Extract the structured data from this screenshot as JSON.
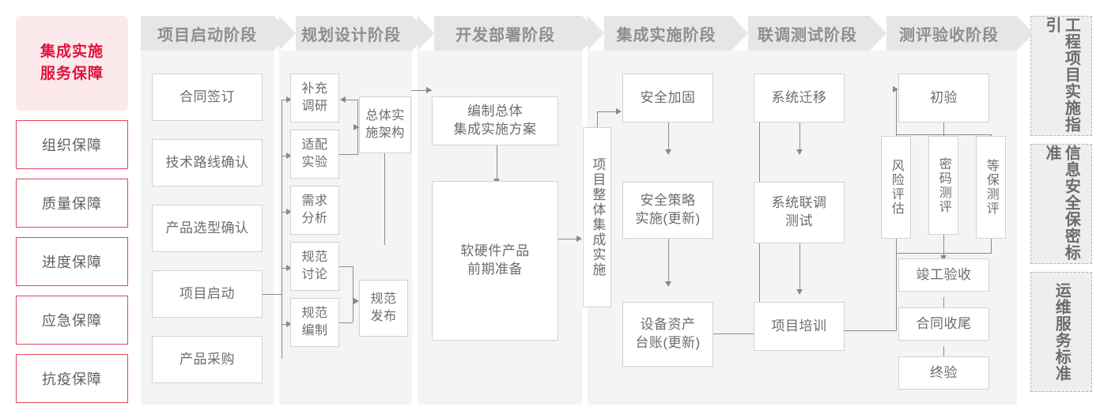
{
  "left_rail": {
    "title": "集成实施服务保障",
    "title_line1": "集成实施",
    "title_line2": "服务保障",
    "accent_color": "#e1133c",
    "fill_color": "#fce9ec",
    "items": [
      {
        "label": "组织保障"
      },
      {
        "label": "质量保障"
      },
      {
        "label": "进度保障"
      },
      {
        "label": "应急保障"
      },
      {
        "label": "抗疫保障"
      }
    ]
  },
  "phases": [
    {
      "header": "项目启动阶段",
      "nodes": [
        {
          "label": "合同签订"
        },
        {
          "label": "技术路线确认"
        },
        {
          "label": "产品选型确认"
        },
        {
          "label": "项目启动"
        },
        {
          "label": "产品采购"
        }
      ]
    },
    {
      "header": "规划设计阶段",
      "nodes": [
        {
          "label": "补充\n调研"
        },
        {
          "label": "适配\n实验"
        },
        {
          "label": "需求\n分析"
        },
        {
          "label": "规范\n讨论"
        },
        {
          "label": "规范\n编制"
        },
        {
          "label": "总体实\n施架构"
        },
        {
          "label": "规范\n发布"
        }
      ]
    },
    {
      "header": "开发部署阶段",
      "nodes": [
        {
          "label": "编制总体\n集成实施方案"
        },
        {
          "label": "软硬件产品\n前期准备"
        }
      ]
    },
    {
      "header": "集成实施阶段",
      "nodes": [
        {
          "label": "项目整体集成实施"
        },
        {
          "label": "安全加固"
        },
        {
          "label": "安全策略\n实施(更新)"
        },
        {
          "label": "设备资产\n台账(更新)"
        }
      ]
    },
    {
      "header": "联调测试阶段",
      "nodes": [
        {
          "label": "系统迁移"
        },
        {
          "label": "系统联调\n测试"
        },
        {
          "label": "项目培训"
        }
      ]
    },
    {
      "header": "测评验收阶段",
      "nodes": [
        {
          "label": "初验"
        },
        {
          "label": "风险评估"
        },
        {
          "label": "密码测评"
        },
        {
          "label": "等保测评"
        },
        {
          "label": "竣工验收"
        },
        {
          "label": "合同收尾"
        },
        {
          "label": "终验"
        }
      ]
    }
  ],
  "right_rail": {
    "items": [
      {
        "label": "工程项目实施指引"
      },
      {
        "label": "信息安全保密标准"
      },
      {
        "label": "运维服务标准"
      }
    ]
  }
}
